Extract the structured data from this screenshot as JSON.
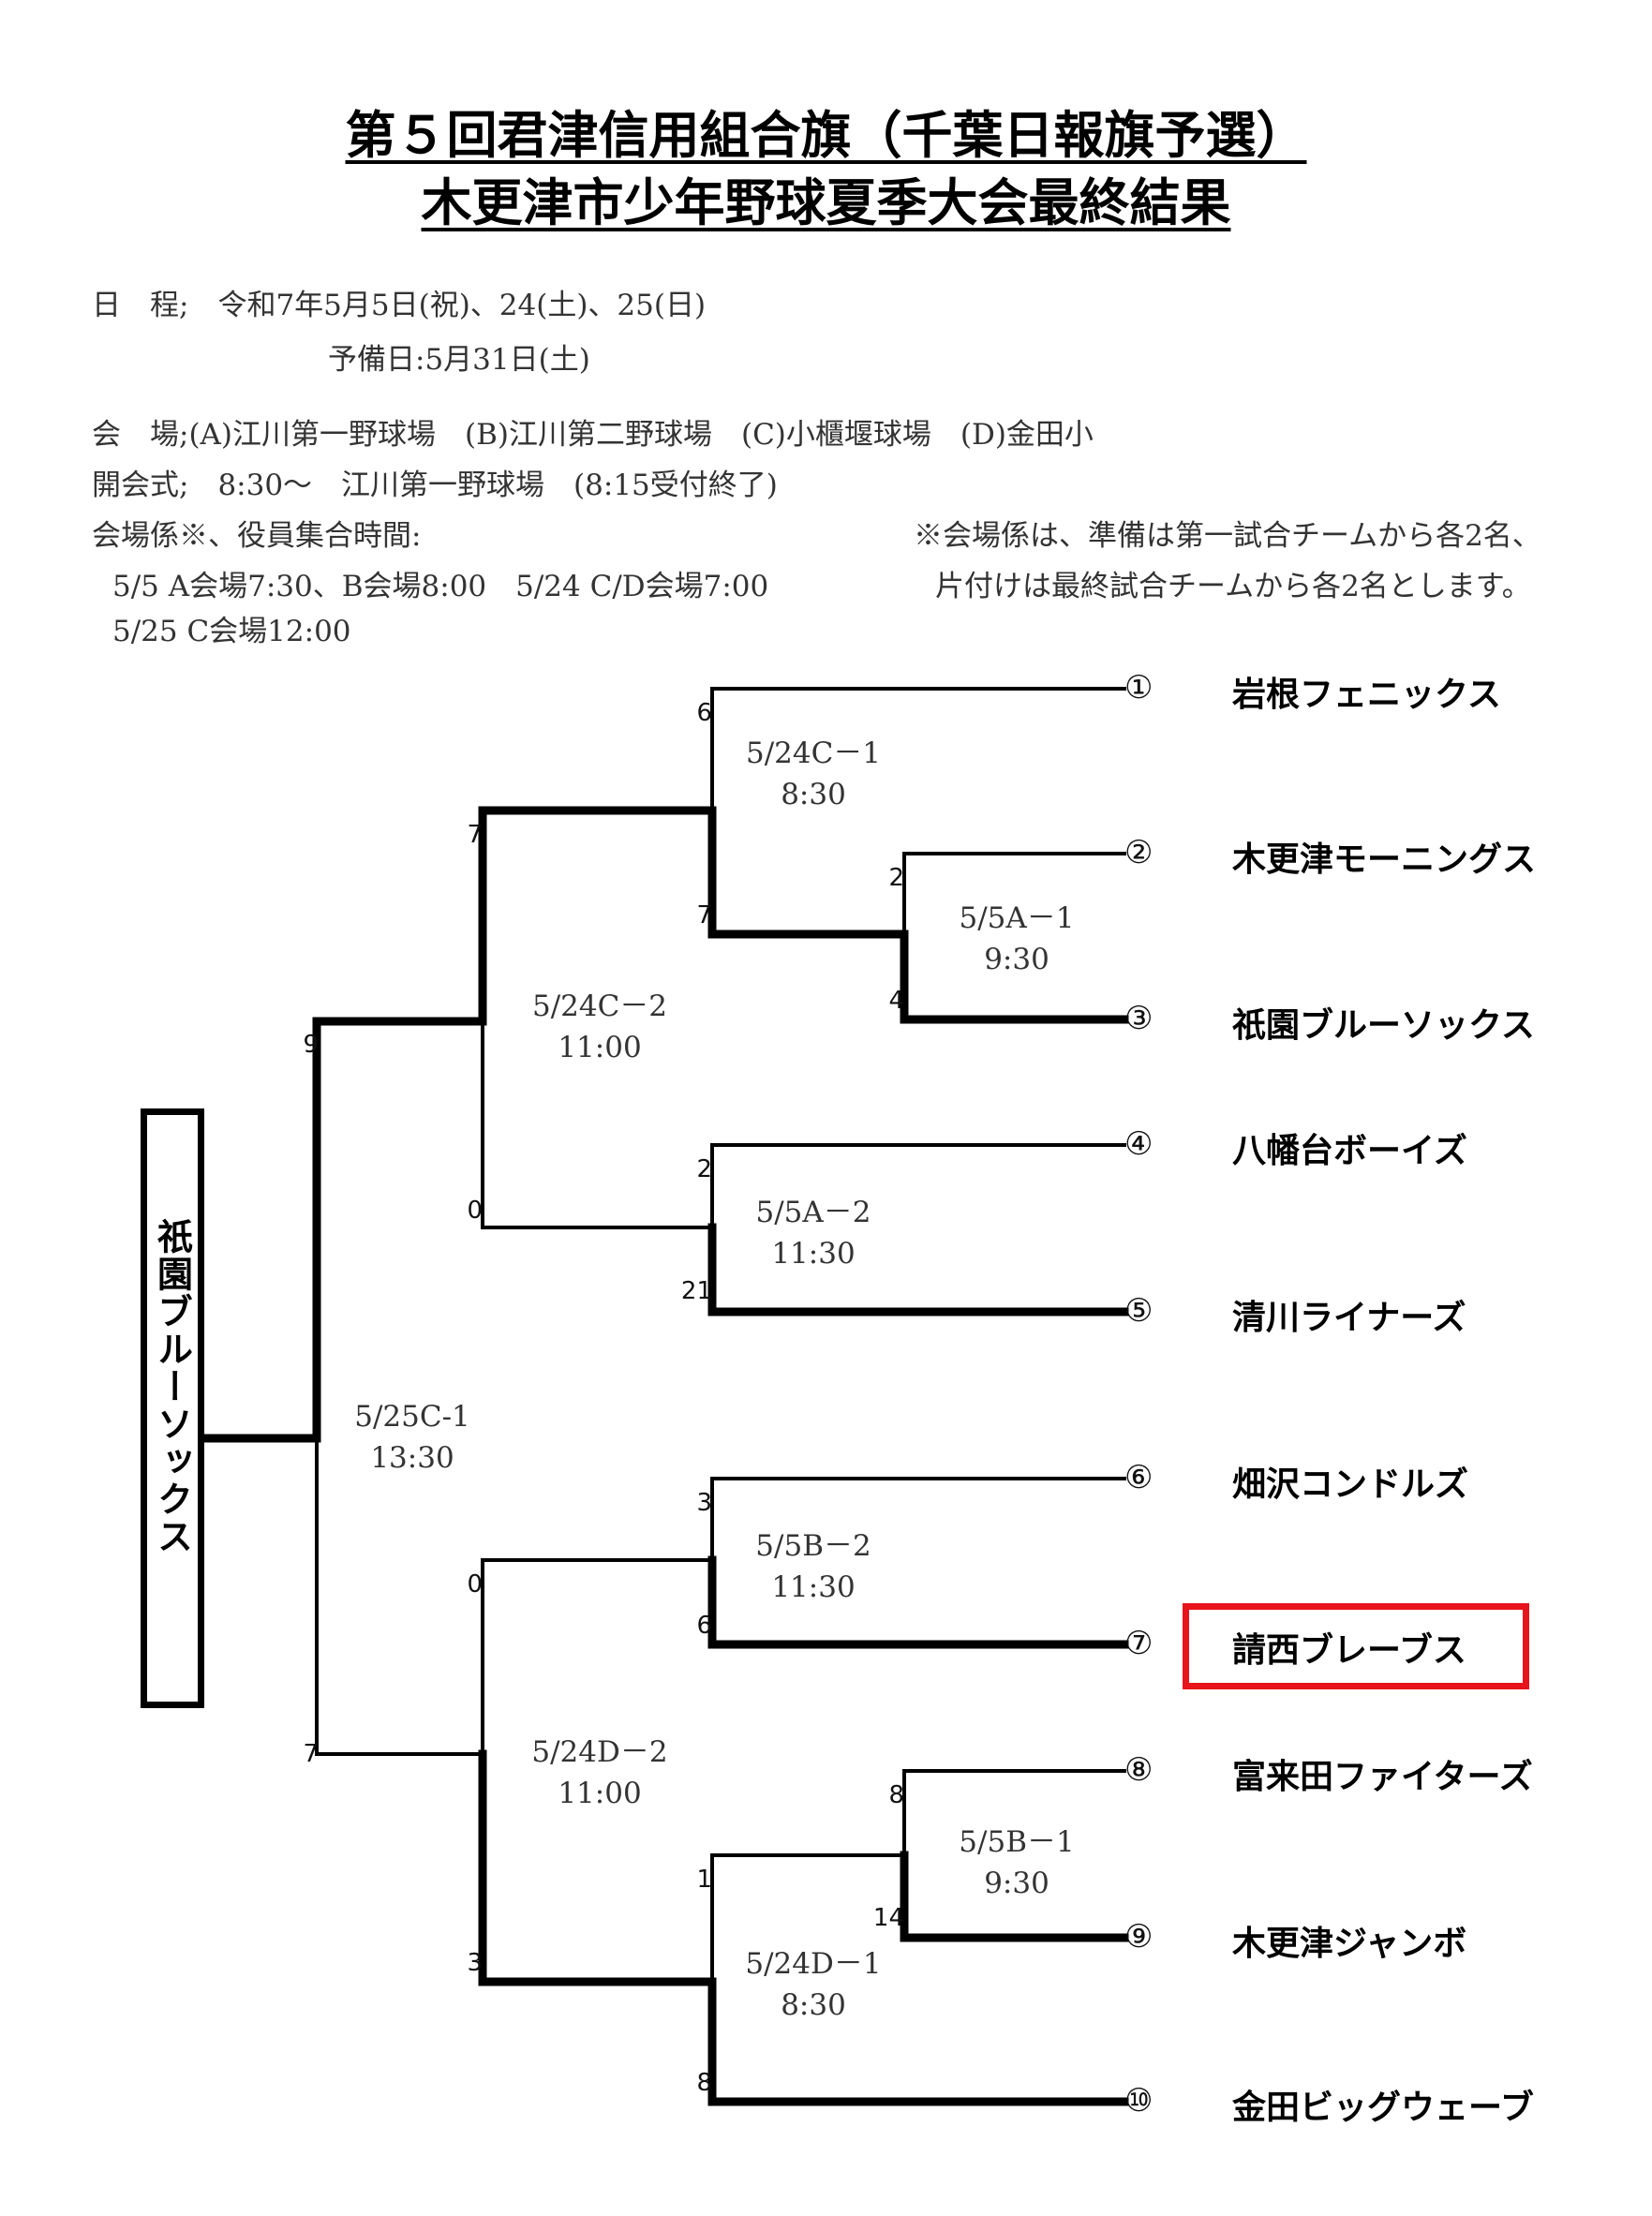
{
  "title": {
    "line1": "第５回君津信用組合旗（千葉日報旗予選）",
    "line2": "木更津市少年野球夏季大会最終結果"
  },
  "info": {
    "schedule": "日　程;　令和7年5月5日(祝)、24(土)、25(日)",
    "reserve": "予備日:5月31日(土)",
    "venue": "会　場;(A)江川第一野球場　(B)江川第二野球場　(C)小櫃堰球場　(D)金田小",
    "opening": "開会式;　8:30～　江川第一野球場　(8:15受付終了)",
    "staff_title": "会場係※、役員集合時間:",
    "staff_times1": "5/5 A会場7:30、B会場8:00　5/24 C/D会場7:00",
    "staff_times2": "5/25 C会場12:00",
    "note1": "※会場係は、準備は第一試合チームから各2名、",
    "note2": "片付けは最終試合チームから各2名とします。"
  },
  "teams": [
    {
      "num": "①",
      "name": "岩根フェニックス"
    },
    {
      "num": "②",
      "name": "木更津モーニングス"
    },
    {
      "num": "③",
      "name": "祇園ブルーソックス"
    },
    {
      "num": "④",
      "name": "八幡台ボーイズ"
    },
    {
      "num": "⑤",
      "name": "清川ライナーズ"
    },
    {
      "num": "⑥",
      "name": "畑沢コンドルズ"
    },
    {
      "num": "⑦",
      "name": "請西ブレーブス"
    },
    {
      "num": "⑧",
      "name": "富来田ファイターズ"
    },
    {
      "num": "⑨",
      "name": "木更津ジャンボ"
    },
    {
      "num": "⑩",
      "name": "金田ビッグウェーブ"
    }
  ],
  "matches": [
    {
      "id": "5a1",
      "label": "5/5A－1",
      "time": "9:30",
      "score_top": "2",
      "score_bottom": "4"
    },
    {
      "id": "5a2",
      "label": "5/5A－2",
      "time": "11:30",
      "score_top": "2",
      "score_bottom": "21"
    },
    {
      "id": "5b1",
      "label": "5/5B－1",
      "time": "9:30",
      "score_top": "8",
      "score_bottom": "14"
    },
    {
      "id": "5b2",
      "label": "5/5B－2",
      "time": "11:30",
      "score_top": "3",
      "score_bottom": "6"
    },
    {
      "id": "24c1",
      "label": "5/24C－1",
      "time": "8:30",
      "score_top": "6",
      "score_bottom": "7"
    },
    {
      "id": "24c2",
      "label": "5/24C－2",
      "time": "11:00",
      "score_top": "7",
      "score_bottom": "0"
    },
    {
      "id": "24d1",
      "label": "5/24D－1",
      "time": "8:30",
      "score_top": "1",
      "score_bottom": "8"
    },
    {
      "id": "24d2",
      "label": "5/24D－2",
      "time": "11:00",
      "score_top": "0",
      "score_bottom": "3"
    },
    {
      "id": "25c1",
      "label": "5/25C-1",
      "time": "13:30",
      "score_top": "9",
      "score_bottom": "7"
    }
  ],
  "champion": "祇園ブルーソックス",
  "highlight_color": "#e8141c"
}
